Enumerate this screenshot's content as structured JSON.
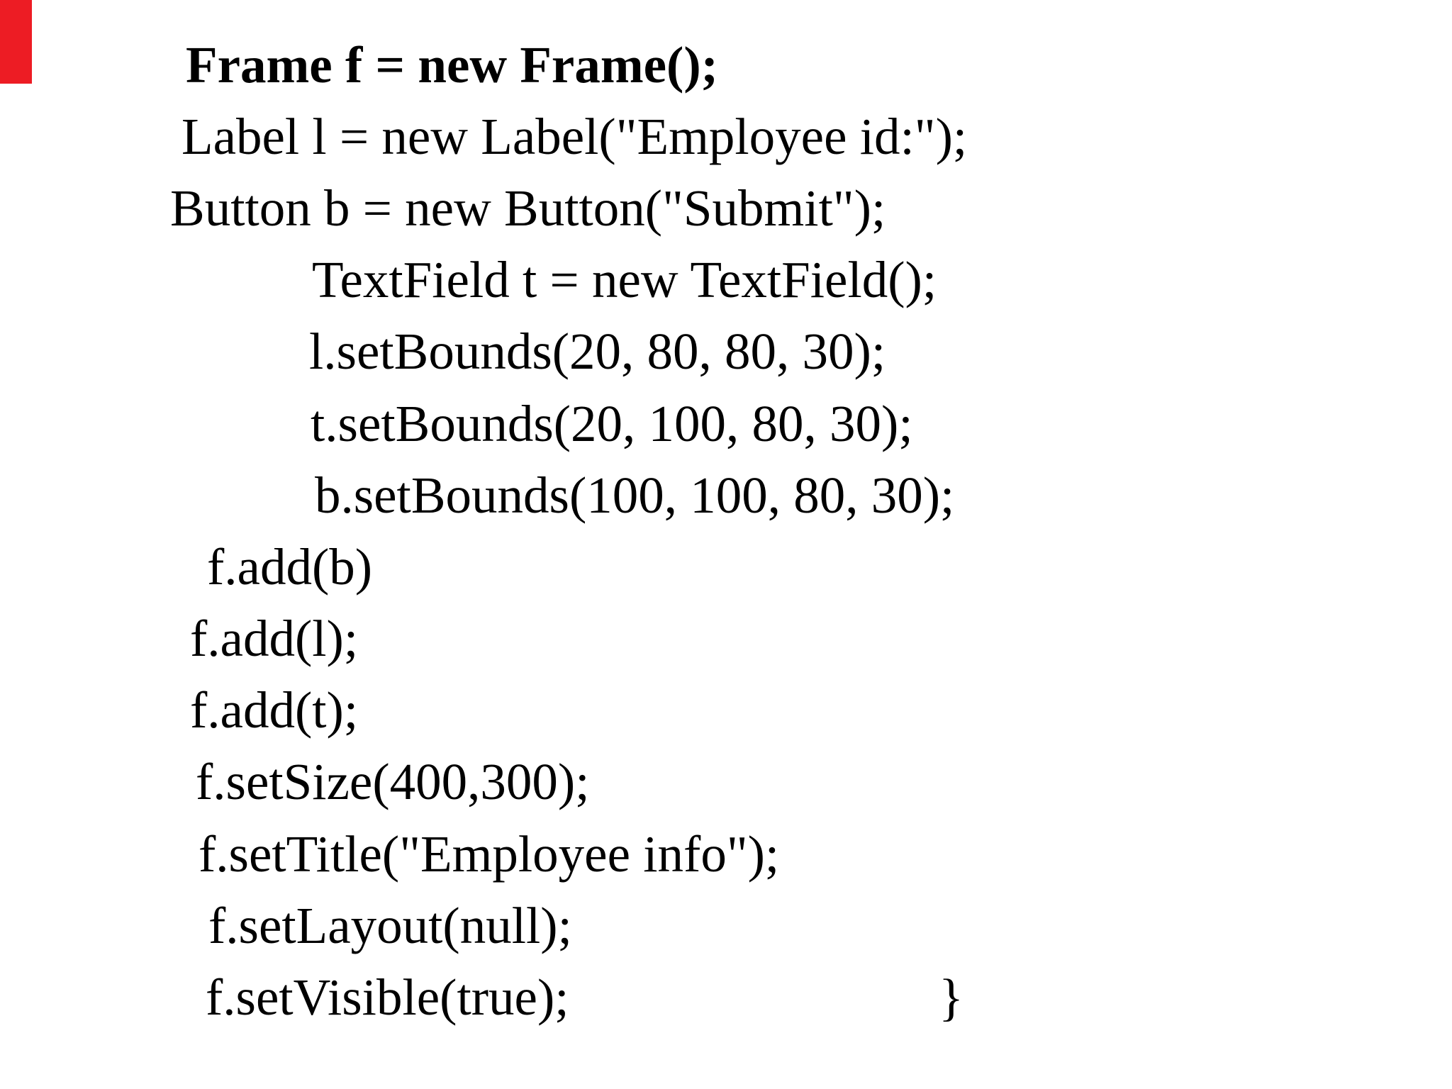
{
  "slide": {
    "background_color": "#ffffff",
    "text_color": "#000000",
    "marker_color": "#ed1c24",
    "code_lines": [
      {
        "text": "Frame f = new Frame();",
        "bold": true
      },
      {
        "text": "Label l = new Label(\"Employee id:\");",
        "bold": false
      },
      {
        "text": "Button b = new Button(\"Submit\");",
        "bold": false
      },
      {
        "text": "TextField t = new TextField();",
        "bold": false
      },
      {
        "text": "l.setBounds(20, 80, 80, 30);",
        "bold": false
      },
      {
        "text": "t.setBounds(20, 100, 80, 30);",
        "bold": false
      },
      {
        "text": "b.setBounds(100, 100, 80, 30);",
        "bold": false
      },
      {
        "text": "f.add(b)",
        "bold": false
      },
      {
        "text": "f.add(l);",
        "bold": false
      },
      {
        "text": "f.add(t);",
        "bold": false
      },
      {
        "text": "f.setSize(400,300);",
        "bold": false
      },
      {
        "text": "f.setTitle(\"Employee info\");",
        "bold": false
      },
      {
        "text": "f.setLayout(null);",
        "bold": false
      },
      {
        "text": "f.setVisible(true);",
        "bold": false
      }
    ],
    "closing_brace": "}"
  }
}
